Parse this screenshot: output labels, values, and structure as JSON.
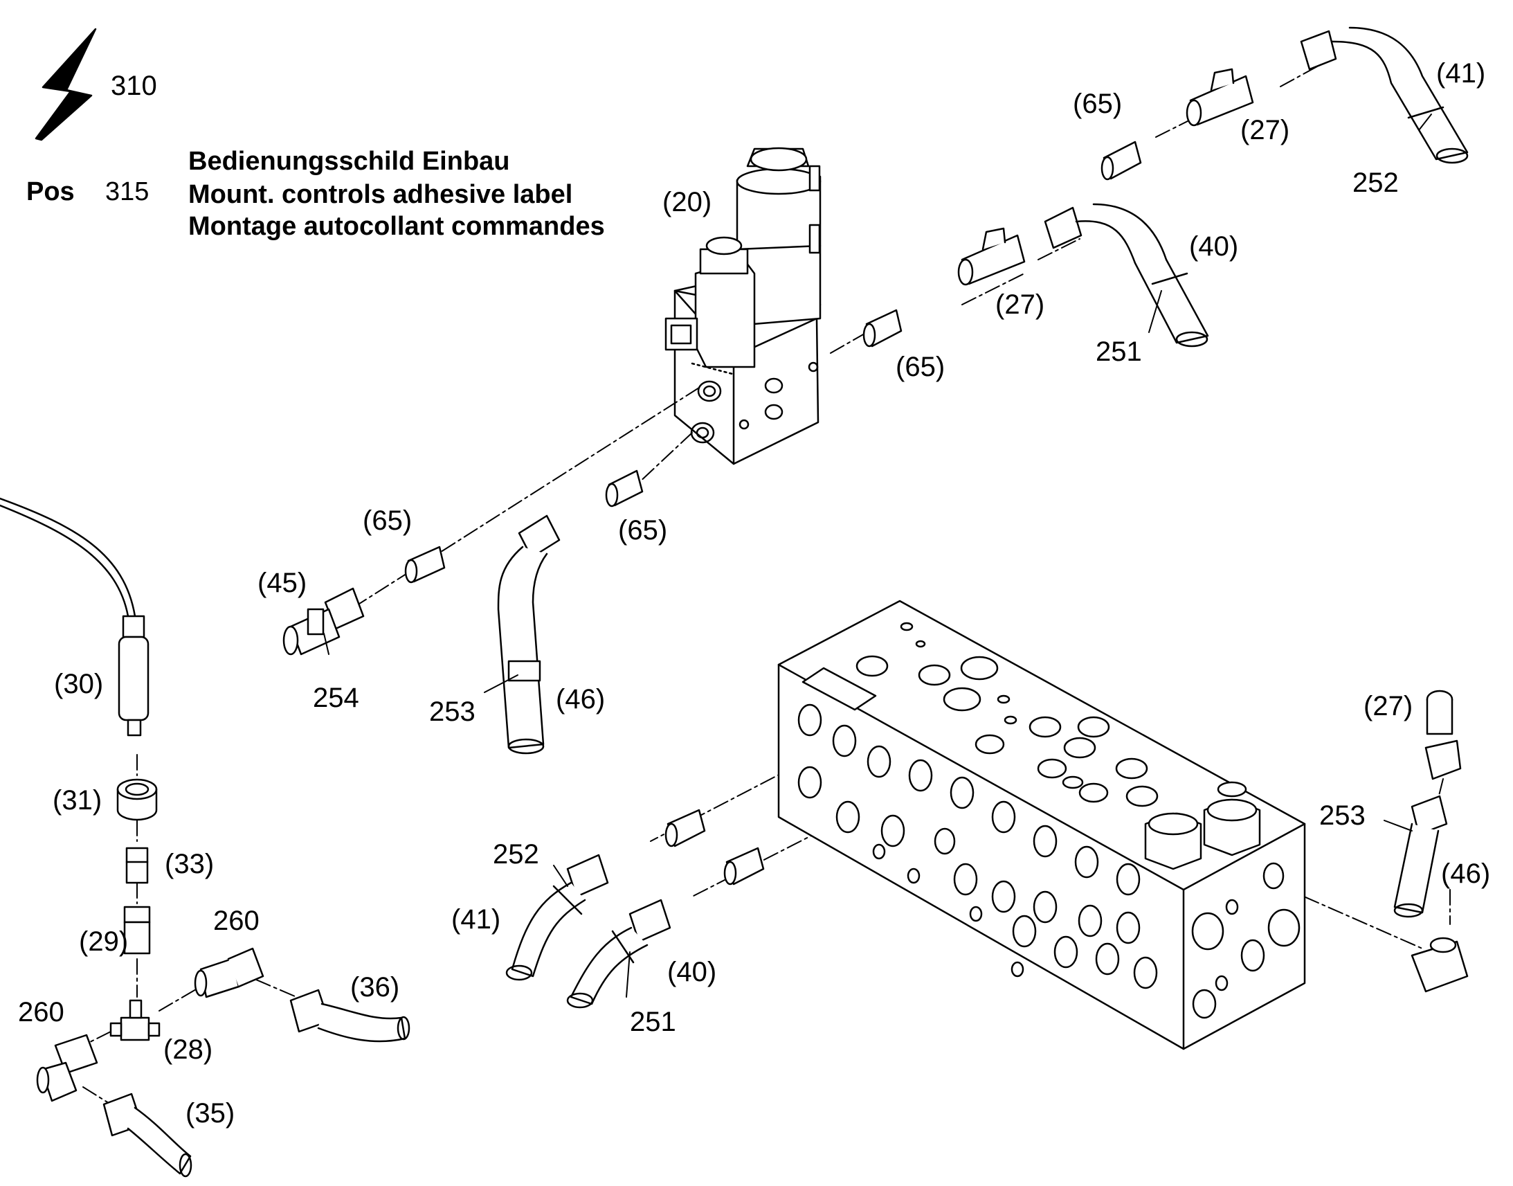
{
  "header": {
    "electric_ref": "310",
    "pos_label": "Pos",
    "pos_number": "315",
    "lines": [
      "Bedienungsschild Einbau",
      "Mount. controls adhesive label",
      "Montage autocollant commandes"
    ]
  },
  "callouts": [
    "(20)",
    "(65)",
    "(27)",
    "(41)",
    "252",
    "(40)",
    "(27)",
    "251",
    "(65)",
    "(65)",
    "(65)",
    "(45)",
    "254",
    "253",
    "(46)",
    "(30)",
    "(31)",
    "(33)",
    "(29)",
    "260",
    "260",
    "(28)",
    "(36)",
    "(35)",
    "252",
    "(41)",
    "(40)",
    "251",
    "(27)",
    "253",
    "(46)"
  ],
  "icons": [
    "lightning-icon"
  ],
  "colors": {
    "line": "#000000",
    "background": "#ffffff",
    "part_fill": "#ffffff"
  }
}
